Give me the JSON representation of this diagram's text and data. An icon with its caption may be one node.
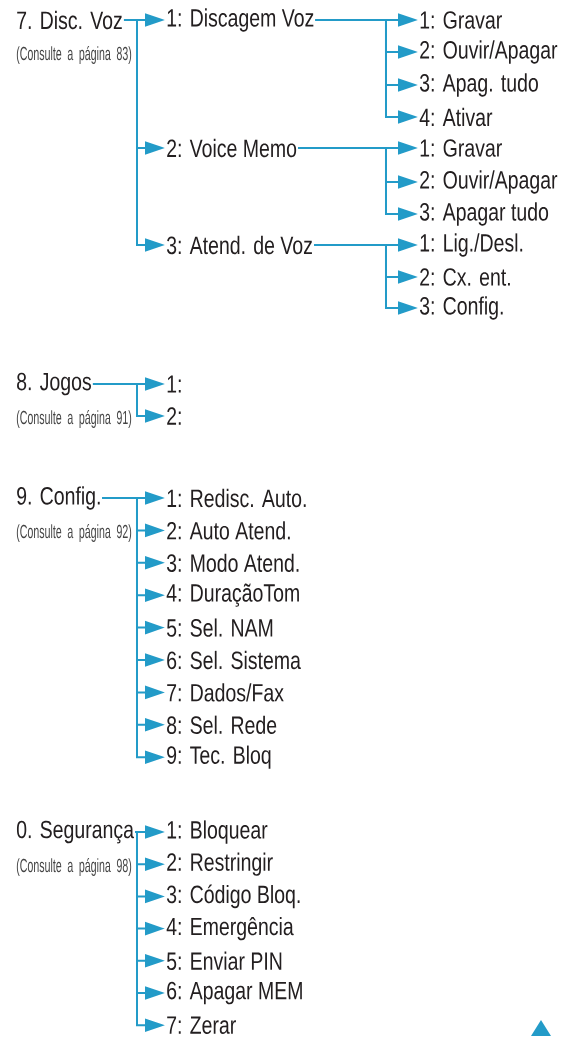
{
  "diagram": {
    "nodes": [
      {
        "text": [
          "7. Disc. Voz"
        ],
        "beside": [
          "(Consulte a página 83)"
        ]
      },
      {
        "text": [
          "1: Discagem Voz"
        ]
      },
      {
        "text": [
          "1: Gravar"
        ]
      },
      {
        "text": [
          "2: Ouvir/Apagar"
        ]
      },
      {
        "text": [
          "3: Apag. tudo"
        ]
      },
      {
        "text": [
          "4: Ativar"
        ]
      },
      {
        "text": [
          "2: Voice Memo"
        ]
      },
      {
        "text": [
          "1: Gravar"
        ]
      },
      {
        "text": [
          "2: Ouvir/Apagar"
        ]
      },
      {
        "text": [
          "3: Apagar tudo"
        ]
      },
      {
        "text": [
          "3: Atend. de Voz"
        ]
      },
      {
        "text": [
          "1: Lig./Desl."
        ]
      },
      {
        "text": [
          "2: Cx. ent."
        ]
      },
      {
        "text": [
          "3: Config."
        ]
      },
      {
        "text": [
          "8. Jogos"
        ],
        "beside": [
          "(Consulte a página 91)"
        ]
      },
      {
        "text": [
          "1:"
        ]
      },
      {
        "text": [
          "2:"
        ]
      },
      {
        "text": [
          "9. Config."
        ],
        "beside": [
          "(Consulte a página 92)"
        ]
      },
      {
        "text": [
          "1: Redisc. Auto."
        ]
      },
      {
        "text": [
          "2: Auto Atend."
        ]
      },
      {
        "text": [
          "3: Modo Atend."
        ]
      },
      {
        "text": [
          "4: DuraçãoTom"
        ]
      },
      {
        "text": [
          "5: Sel. NAM"
        ]
      },
      {
        "text": [
          "6: Sel. Sistema"
        ]
      },
      {
        "text": [
          "7: Dados/Fax"
        ]
      },
      {
        "text": [
          "8: Sel. Rede"
        ]
      },
      {
        "text": [
          "9: Tec. Bloq"
        ]
      },
      {
        "text": [
          "0. Segurança"
        ],
        "beside": [
          "(Consulte a página 98)"
        ]
      },
      {
        "text": [
          "1: Bloquear"
        ]
      },
      {
        "text": [
          "2: Restringir"
        ]
      },
      {
        "text": [
          "3: Código Bloq."
        ]
      },
      {
        "text": [
          "4: Emergência"
        ]
      },
      {
        "text": [
          "5: Enviar PIN"
        ]
      },
      {
        "text": [
          "6: Apagar MEM"
        ]
      },
      {
        "text": [
          "7: Zerar"
        ]
      }
    ],
    "edges": [
      {
        "from": 0,
        "to": 1,
        "arrow": "to"
      },
      {
        "from": 0,
        "to": 6,
        "arrow": "to"
      },
      {
        "from": 0,
        "to": 10,
        "arrow": "to"
      },
      {
        "from": 1,
        "to": 2,
        "arrow": "to"
      },
      {
        "from": 1,
        "to": 3,
        "arrow": "to"
      },
      {
        "from": 1,
        "to": 4,
        "arrow": "to"
      },
      {
        "from": 1,
        "to": 5,
        "arrow": "to"
      },
      {
        "from": 6,
        "to": 7,
        "arrow": "to"
      },
      {
        "from": 6,
        "to": 8,
        "arrow": "to"
      },
      {
        "from": 6,
        "to": 9,
        "arrow": "to"
      },
      {
        "from": 10,
        "to": 11,
        "arrow": "to"
      },
      {
        "from": 10,
        "to": 12,
        "arrow": "to"
      },
      {
        "from": 10,
        "to": 13,
        "arrow": "to"
      },
      {
        "from": 14,
        "to": 15,
        "arrow": "to"
      },
      {
        "from": 14,
        "to": 16,
        "arrow": "to"
      },
      {
        "from": 17,
        "to": 18,
        "arrow": "to"
      },
      {
        "from": 17,
        "to": 19,
        "arrow": "to"
      },
      {
        "from": 17,
        "to": 20,
        "arrow": "to"
      },
      {
        "from": 17,
        "to": 21,
        "arrow": "to"
      },
      {
        "from": 17,
        "to": 22,
        "arrow": "to"
      },
      {
        "from": 17,
        "to": 23,
        "arrow": "to"
      },
      {
        "from": 17,
        "to": 24,
        "arrow": "to"
      },
      {
        "from": 17,
        "to": 25,
        "arrow": "to"
      },
      {
        "from": 17,
        "to": 26,
        "arrow": "to"
      },
      {
        "from": 27,
        "to": 28,
        "arrow": "to"
      },
      {
        "from": 27,
        "to": 29,
        "arrow": "to"
      },
      {
        "from": 27,
        "to": 30,
        "arrow": "to"
      },
      {
        "from": 27,
        "to": 31,
        "arrow": "to"
      },
      {
        "from": 27,
        "to": 32,
        "arrow": "to"
      },
      {
        "from": 27,
        "to": 33,
        "arrow": "to"
      },
      {
        "from": 27,
        "to": 34,
        "arrow": "to"
      }
    ]
  }
}
